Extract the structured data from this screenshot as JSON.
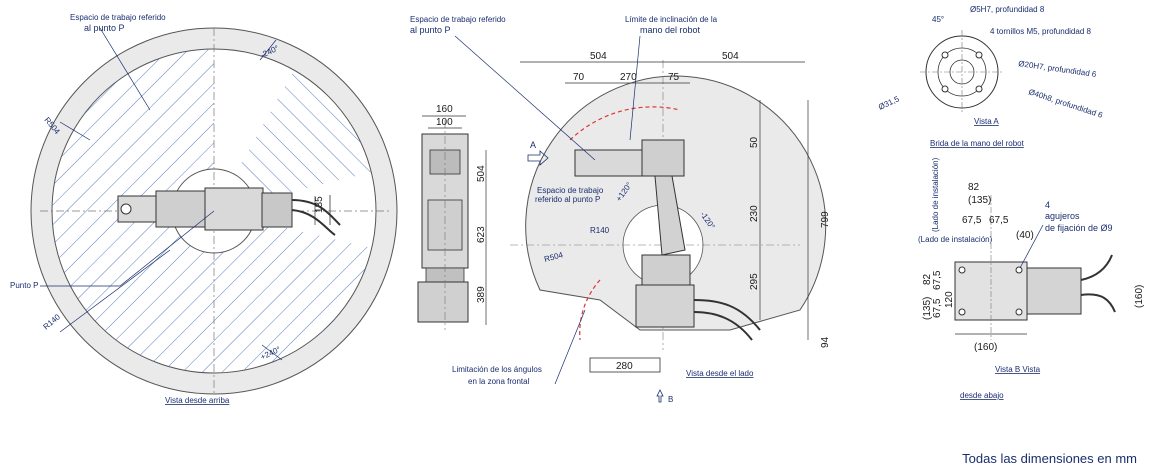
{
  "top_view": {
    "title": "Espacio de trabajo referido",
    "title2": "al punto P",
    "r504": "R504",
    "r140": "R140",
    "angle_pos": "-240°",
    "angle_neg": "+240°",
    "punto_p": "Punto P",
    "dim_135": "135",
    "caption": "Vista desde arriba"
  },
  "front_view": {
    "dim_160": "160",
    "dim_100": "100",
    "dim_504": "504",
    "dim_623": "623",
    "dim_389": "389"
  },
  "side_view": {
    "title": "Espacio de trabajo referido",
    "title2": "al punto P",
    "limit_title": "Límite de inclinación de la",
    "limit_title2": "mano del robot",
    "dim_504a": "504",
    "dim_504b": "504",
    "dim_70": "70",
    "dim_270": "270",
    "dim_75": "75",
    "dim_50": "50",
    "dim_230": "230",
    "dim_295": "295",
    "dim_799": "799",
    "dim_94": "94",
    "dim_280": "280",
    "label_a": "A",
    "label_b": "B",
    "ang_p120": "+120°",
    "ang_m120": "-120°",
    "r140": "R140",
    "r504": "R504",
    "inner_label": "Espacio de trabajo",
    "inner_label2": "referido al punto P",
    "front_limit": "Limitación de los ángulos",
    "front_limit2": "en la zona frontal",
    "caption": "Vista desde el lado"
  },
  "view_a": {
    "angle": "45°",
    "note1": "Ø5H7, profundidad 8",
    "note2": "4 tornillos M5, profundidad 8",
    "note3": "Ø20H7, profundidad 6",
    "note4": "Ø40h8, profundidad 6",
    "dia": "Ø31,5",
    "caption": "Vista A",
    "caption2": "Brida de la mano del robot"
  },
  "view_b": {
    "dim_82a": "82",
    "dim_135p": "(135)",
    "dim_67_5a": "67,5",
    "dim_67_5b": "67,5",
    "dim_40": "(40)",
    "install_side": "(Lado de instalación)",
    "install_vert": "(Lado de instalación)",
    "holes_n": "4",
    "holes1": "agujeros",
    "holes2": "de fijación de Ø9",
    "left_82": "82",
    "left_67_5a": "67,5",
    "left_67_5b": "67,5",
    "left_135": "(135)",
    "left_120": "120",
    "right_160": "(160)",
    "bottom_160": "(160)",
    "caption": "Vista B Vista",
    "caption2": "desde abajo"
  },
  "footer": "Todas las dimensiones en mm"
}
